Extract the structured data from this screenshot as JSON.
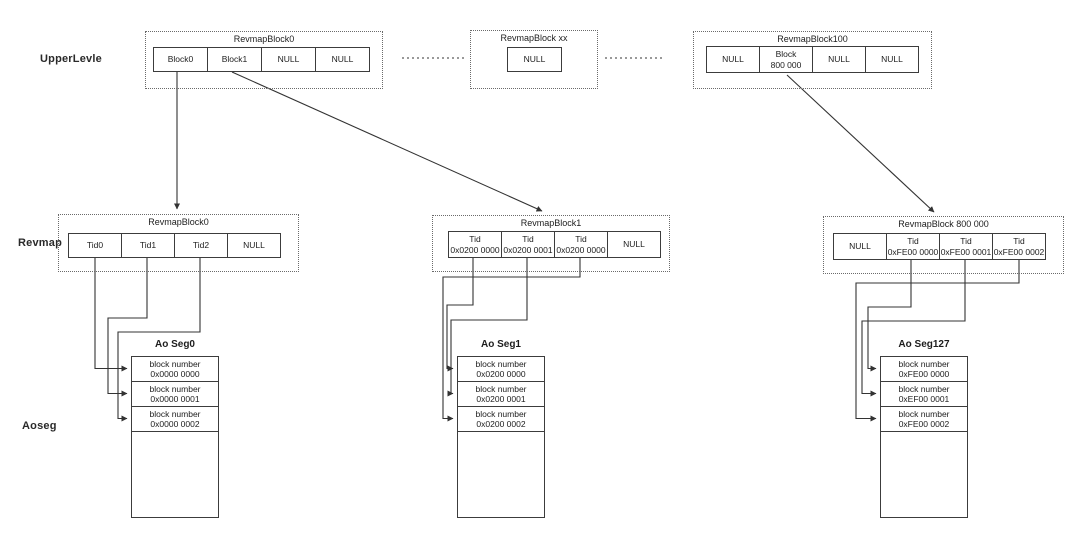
{
  "diagram": {
    "row_labels": {
      "upper": "UpperLevle",
      "middle": "Revmap",
      "bottom": "Aoseg"
    },
    "upper_row": {
      "block0": {
        "title": "RevmapBlock0",
        "cells": [
          "Block0",
          "Block1",
          "NULL",
          "NULL"
        ]
      },
      "block_xx": {
        "title": "RevmapBlock xx",
        "cells": [
          "NULL"
        ]
      },
      "block100": {
        "title": "RevmapBlock100",
        "cells": [
          "NULL",
          "Block\n800 000",
          "NULL",
          "NULL"
        ]
      }
    },
    "revmap_row": {
      "revmap0": {
        "title": "RevmapBlock0",
        "cells": [
          "Tid0",
          "Tid1",
          "Tid2",
          "NULL"
        ]
      },
      "revmap1": {
        "title": "RevmapBlock1",
        "cells": [
          "Tid\n0x0200 0000",
          "Tid\n0x0200 0001",
          "Tid\n0x0200 0000",
          "NULL"
        ]
      },
      "revmap800000": {
        "title": "RevmapBlock 800 000",
        "cells": [
          "NULL",
          "Tid\n0xFE00 0000",
          "Tid\n0xFE00 0001",
          "Tid\n0xFE00 0002"
        ]
      }
    },
    "aoseg_row": {
      "seg0": {
        "title": "Ao Seg0",
        "rows": [
          "block number\n0x0000 0000",
          "block number\n0x0000 0001",
          "block number\n0x0000 0002"
        ]
      },
      "seg1": {
        "title": "Ao Seg1",
        "rows": [
          "block number\n0x0200 0000",
          "block number\n0x0200 0001",
          "block number\n0x0200 0002"
        ]
      },
      "seg127": {
        "title": "Ao Seg127",
        "rows": [
          "block number\n0xFE00 0000",
          "block number\n0xEF00 0001",
          "block number\n0xFE00 0002"
        ]
      }
    },
    "colors": {
      "line": "#333333",
      "text": "#1d1d1d",
      "background": "#ffffff"
    }
  }
}
